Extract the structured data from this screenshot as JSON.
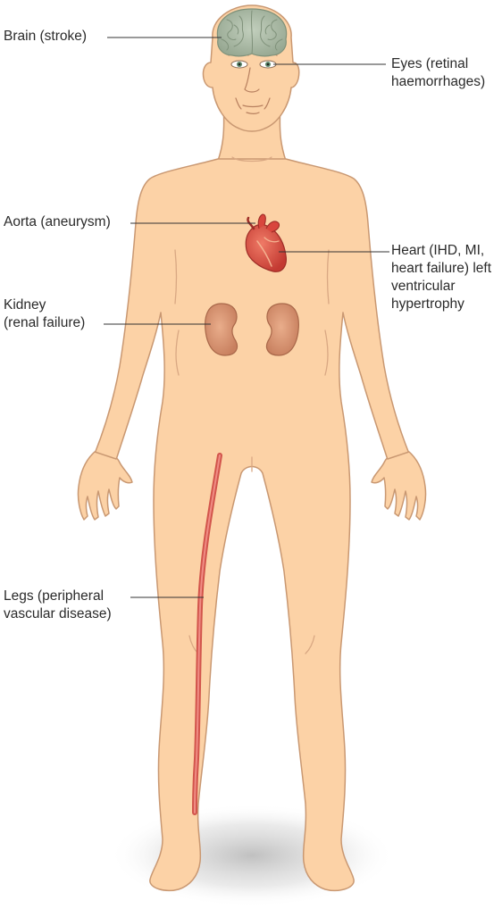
{
  "labels": {
    "brain": {
      "line1": "Brain (stroke)"
    },
    "eyes": {
      "line1": "Eyes (retinal",
      "line2": "haemorrhages)"
    },
    "aorta": {
      "line1": "Aorta (aneurysm)"
    },
    "heart": {
      "line1": "Heart (IHD, MI,",
      "line2": "heart failure) left",
      "line3": "ventricular",
      "line4": "hypertrophy"
    },
    "kidney": {
      "line1": "Kidney",
      "line2": "(renal failure)"
    },
    "legs": {
      "line1": "Legs (peripheral",
      "line2": "vascular disease)"
    }
  },
  "colors": {
    "skin": "#fcd2a6",
    "skin_outline": "#c99872",
    "brain": "#a9b8a4",
    "heart": "#d9463d",
    "kidney": "#d6906e",
    "artery": "#d2554c",
    "leader_line": "#333333",
    "text": "#2a2a2a"
  }
}
